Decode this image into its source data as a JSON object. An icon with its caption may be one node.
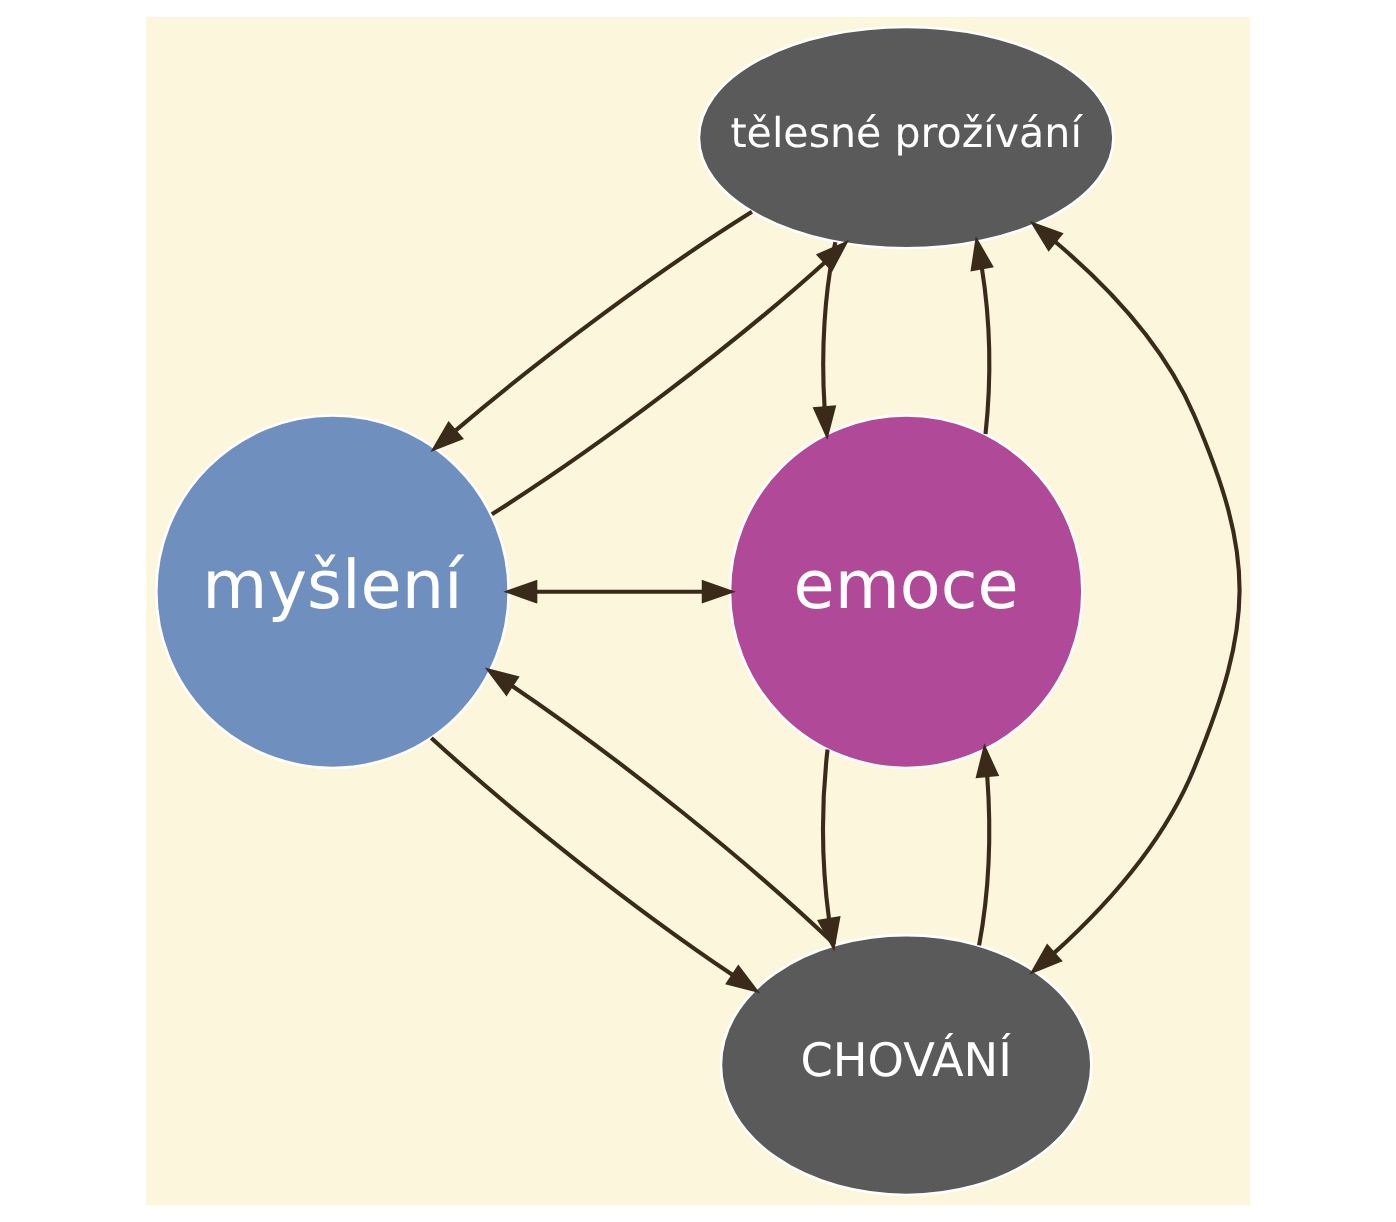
{
  "diagram": {
    "nodes": [
      {
        "text": [
          "tělesné prožívání"
        ]
      },
      {
        "text": [
          "myšlení"
        ]
      },
      {
        "text": [
          "emoce"
        ]
      },
      {
        "text": [
          "CHOVÁNÍ"
        ]
      }
    ],
    "edges": [
      {
        "from": 0,
        "to": 1,
        "arrow": "to"
      },
      {
        "from": 1,
        "to": 0,
        "arrow": "to"
      },
      {
        "from": 0,
        "to": 2,
        "arrow": "to"
      },
      {
        "from": 2,
        "to": 0,
        "arrow": "to"
      },
      {
        "from": 1,
        "to": 3,
        "arrow": "to"
      },
      {
        "from": 3,
        "to": 1,
        "arrow": "to"
      },
      {
        "from": 2,
        "to": 3,
        "arrow": "to"
      },
      {
        "from": 3,
        "to": 2,
        "arrow": "to"
      },
      {
        "from": 1,
        "to": 2,
        "arrow": "both"
      },
      {
        "from": 0,
        "to": 3,
        "arrow": "both"
      }
    ]
  }
}
